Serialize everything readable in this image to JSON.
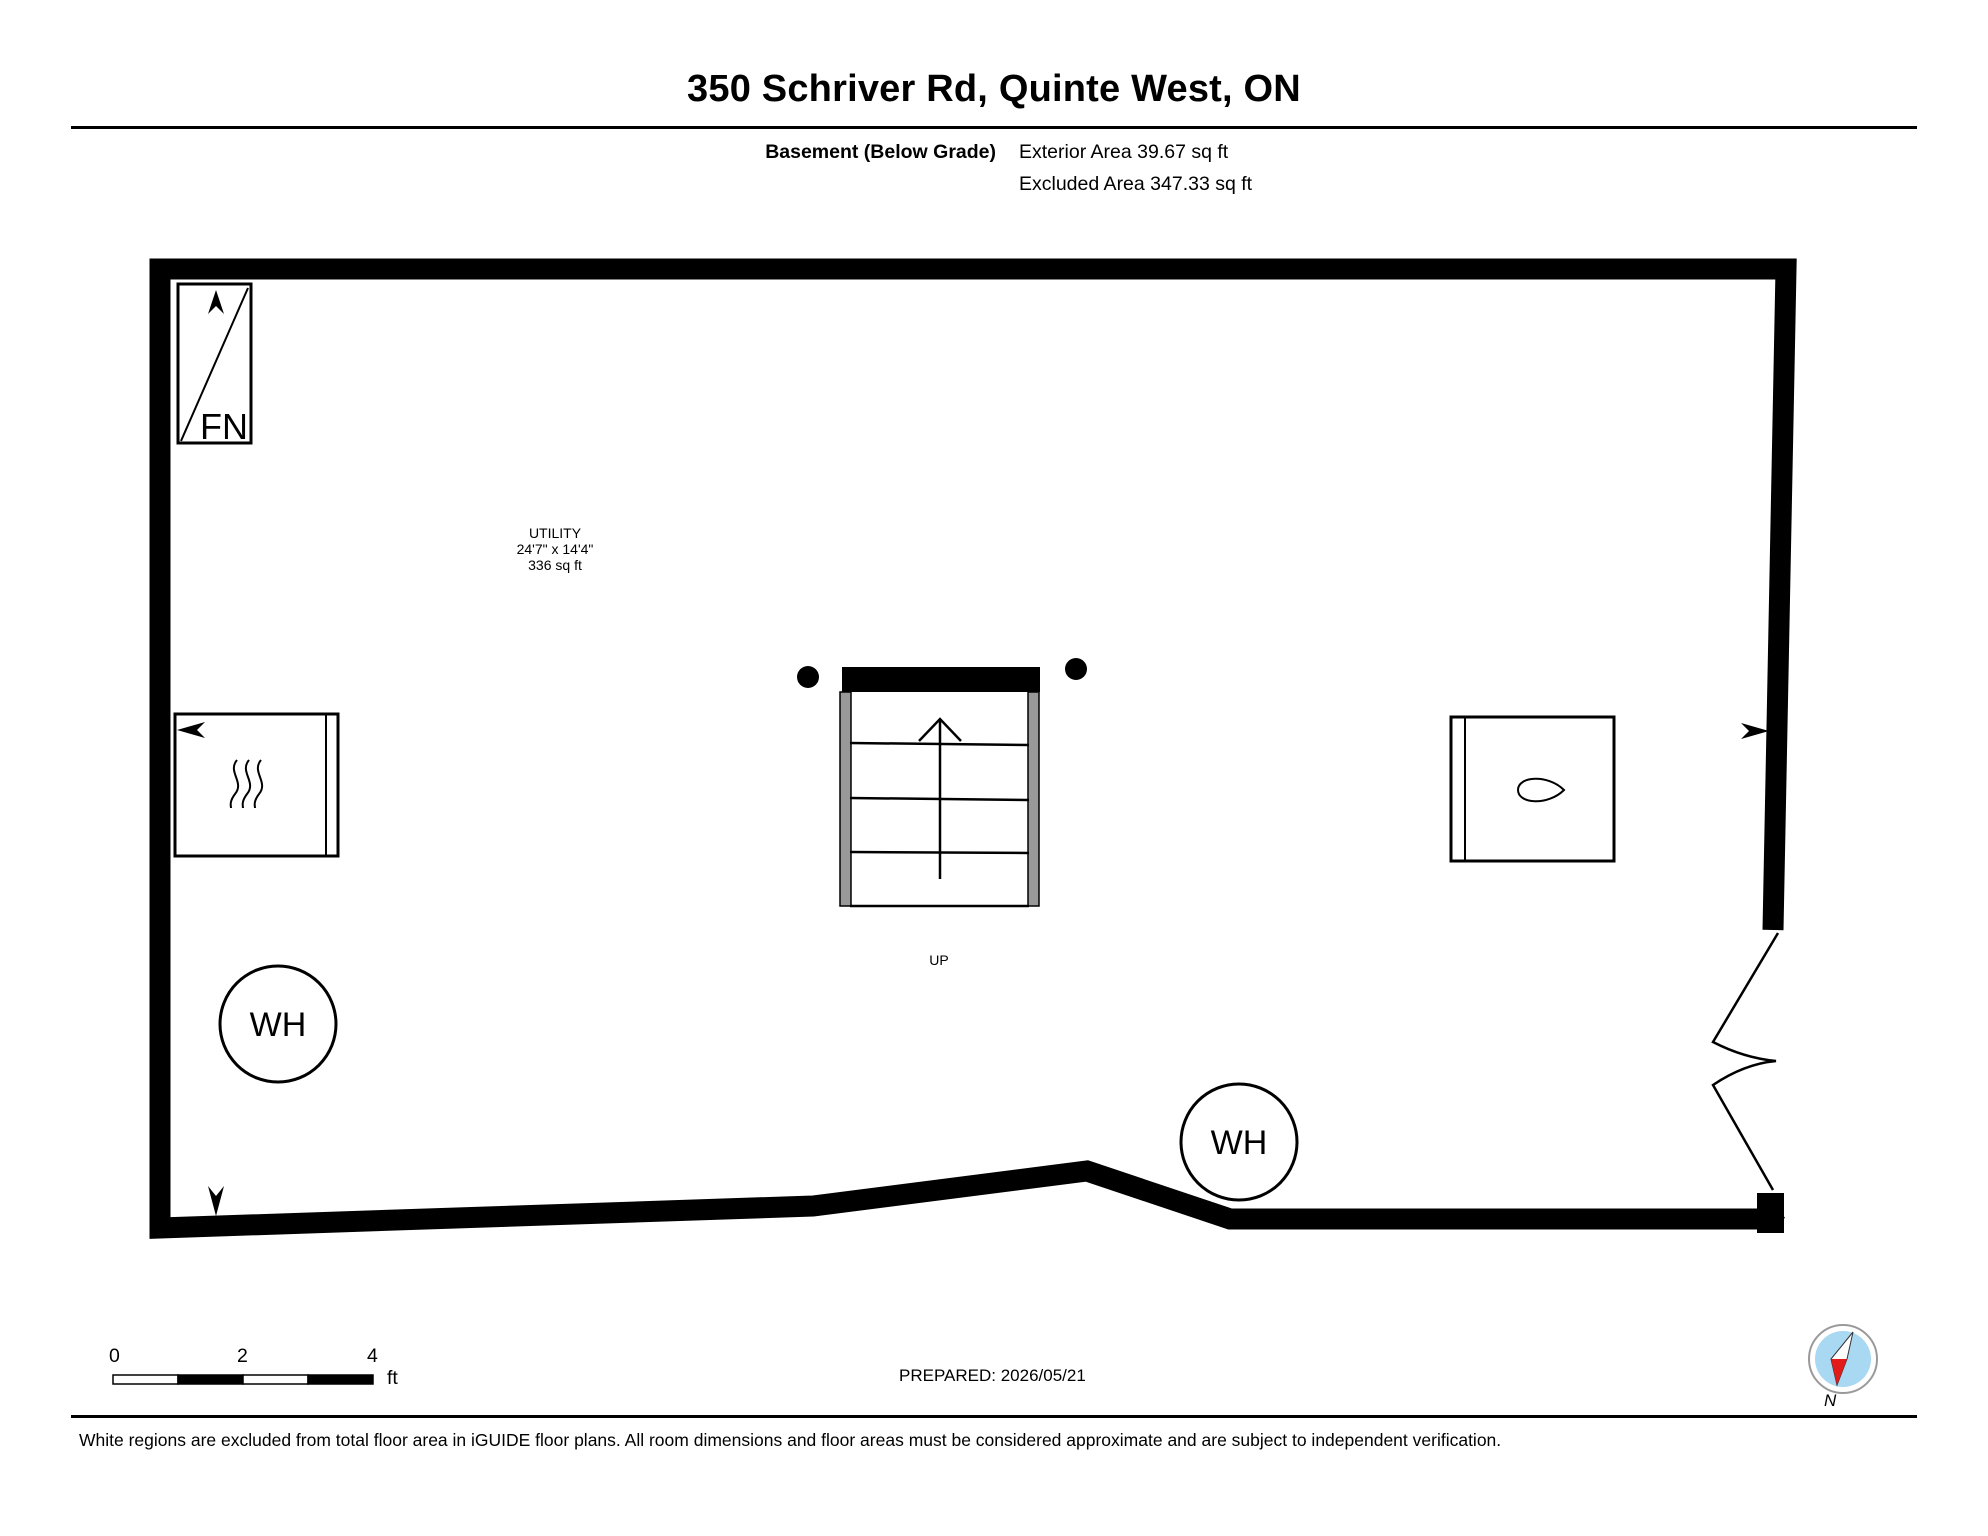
{
  "header": {
    "title": "350 Schriver Rd, Quinte West, ON"
  },
  "summary": {
    "level": "Basement (Below Grade)",
    "exterior_area": "Exterior Area 39.67 sq ft",
    "excluded_area": "Excluded Area 347.33 sq ft"
  },
  "plan": {
    "room": {
      "name": "UTILITY",
      "dimensions": "24'7\" x 14'4\"",
      "area": "336 sq ft"
    },
    "fixtures": {
      "furnace_label": "FN",
      "water_heater_label": "WH",
      "stairs_label": "UP"
    },
    "colors": {
      "wall": "#000000",
      "stair_rail": "#999999",
      "compass_face": "#a9d8f2",
      "compass_needle": "#e21a1a",
      "background": "#ffffff"
    }
  },
  "scale": {
    "ticks": [
      "0",
      "2",
      "4"
    ],
    "unit": "ft"
  },
  "footer": {
    "prepared": "PREPARED: 2026/05/21",
    "compass_label": "N",
    "disclaimer": "White regions are excluded from total floor area in iGUIDE floor plans. All room dimensions and floor areas must be considered approximate and are subject to independent verification."
  }
}
